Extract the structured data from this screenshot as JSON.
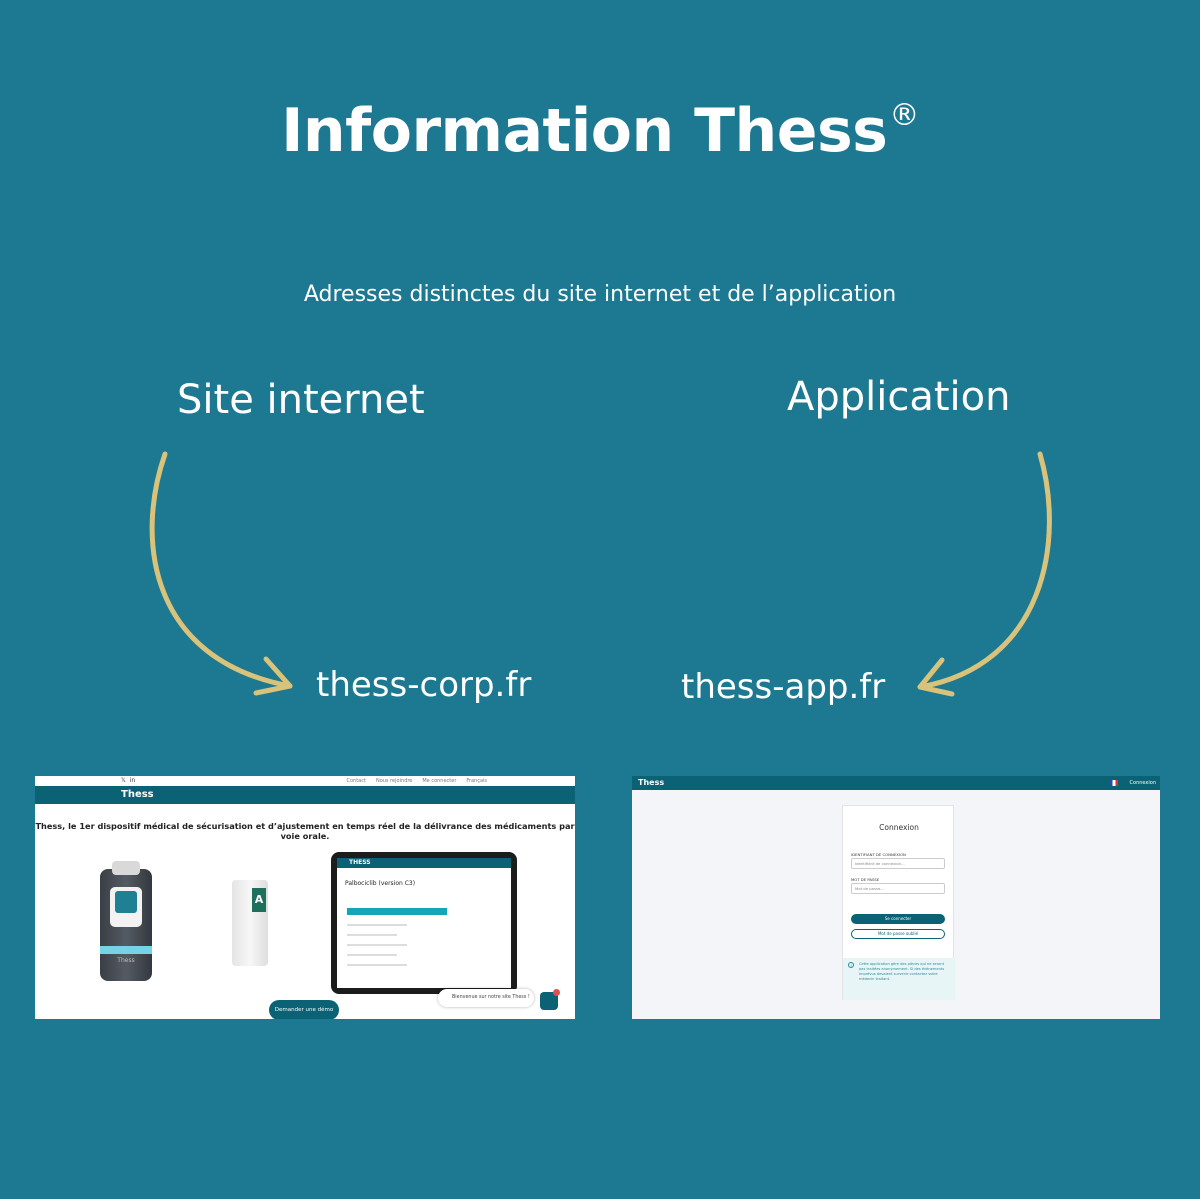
{
  "title": "Information Thess",
  "registered": "®",
  "subtitle": "Adresses distinctes du site internet et de l’application",
  "left": {
    "label": "Site internet",
    "domain": "thess-corp.fr",
    "screenshot": {
      "topbar_links": [
        "Contact",
        "Nous rejoindre",
        "Me connecter",
        "Français"
      ],
      "brand": "Thess",
      "tagline": "Thess, le 1er dispositif médical de sécurisation et d’ajustement en temps réel de la délivrance des médicaments par voie orale.",
      "device_logo": "Thess",
      "box_letter": "A",
      "tablet_brand": "THESS",
      "tablet_title": "Palbociclib (version C3)",
      "chat_text": "Bienvenue sur notre site Thess !",
      "demo_button": "Demander une démo"
    }
  },
  "right": {
    "label": "Application",
    "domain": "thess-app.fr",
    "screenshot": {
      "brand": "Thess",
      "header_login": "Connexion",
      "card_title": "Connexion",
      "id_label": "IDENTIFIANT DE CONNEXION",
      "id_placeholder": "Identifiant de connexion...",
      "password_label": "MOT DE PASSE",
      "password_placeholder": "Mot de passe...",
      "login_button": "Se connecter",
      "forgot_button": "Mot de passe oublié",
      "info_text": "Cette application gère des pièces qui ne seront pas traitées anonymement. Si des évènements imprévus devaient survenir contactez votre médecin traitant."
    }
  },
  "colors": {
    "background": "#1d7892",
    "arrow": "#d9c27a",
    "brand_teal": "#0b6275"
  }
}
